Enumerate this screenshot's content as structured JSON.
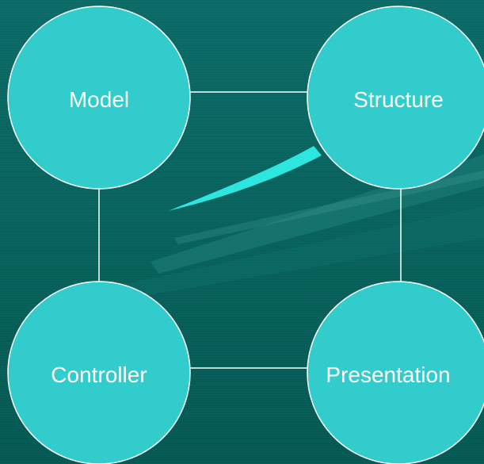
{
  "diagram": {
    "nodes": {
      "model": {
        "label": "Model"
      },
      "structure": {
        "label": "Structure"
      },
      "controller": {
        "label": "Controller"
      },
      "presentation": {
        "label": "Presentation"
      }
    }
  },
  "colors": {
    "background": "#08605c",
    "node_fill": "#33cccc",
    "connector": "#ffffff",
    "accent_streak": "#2ee6e0"
  }
}
